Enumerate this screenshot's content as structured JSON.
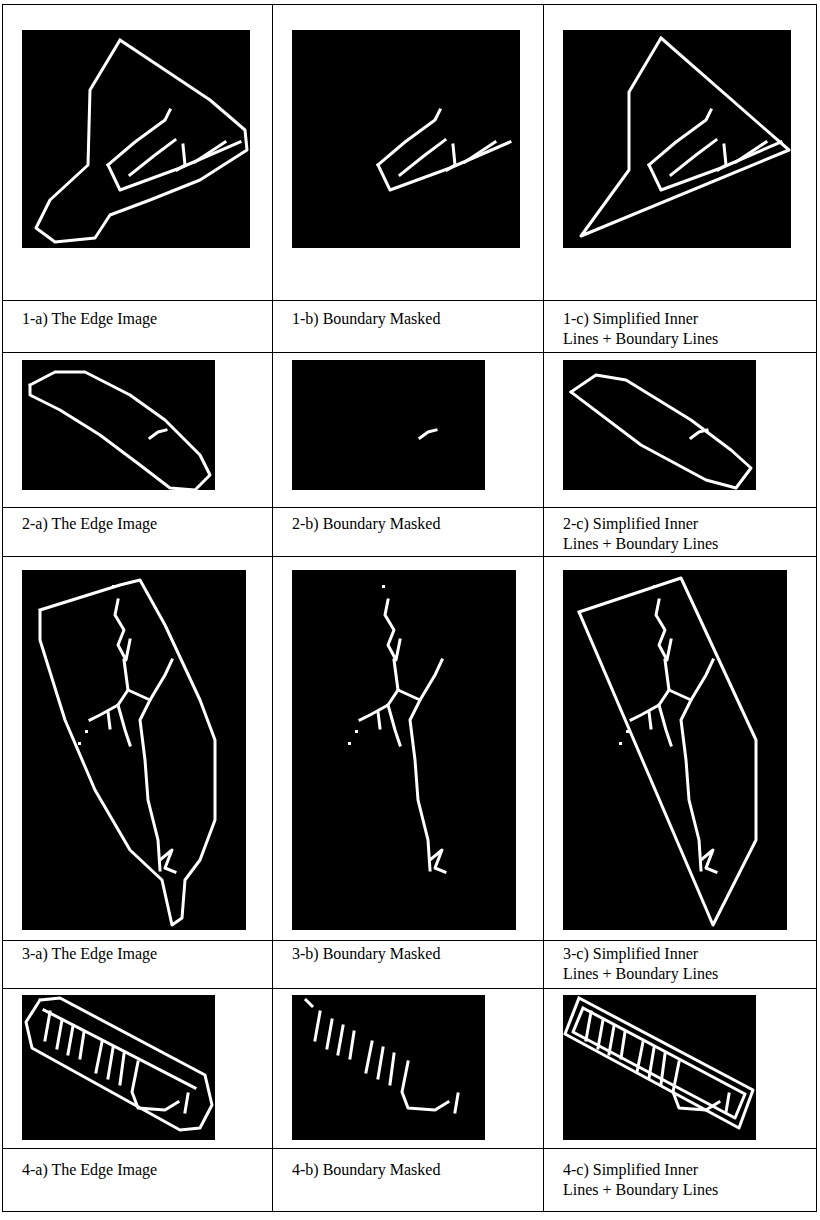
{
  "diagram": {
    "labels": [
      "1-a) The Edge Image",
      "1-b) Boundary Masked",
      "1-c) Simplified Inner Lines + Boundary Lines",
      "2-a) The Edge Image",
      "2-b) Boundary Masked",
      "2-c) Simplified Inner Lines + Boundary Lines",
      "3-a) The Edge Image",
      "3-b) Boundary Masked",
      "3-c) Simplified Inner Lines + Boundary Lines",
      "4-a) The Edge Image",
      "4-b) Boundary Masked",
      "4-c) Simplified Inner Lines + Boundary Lines"
    ]
  }
}
